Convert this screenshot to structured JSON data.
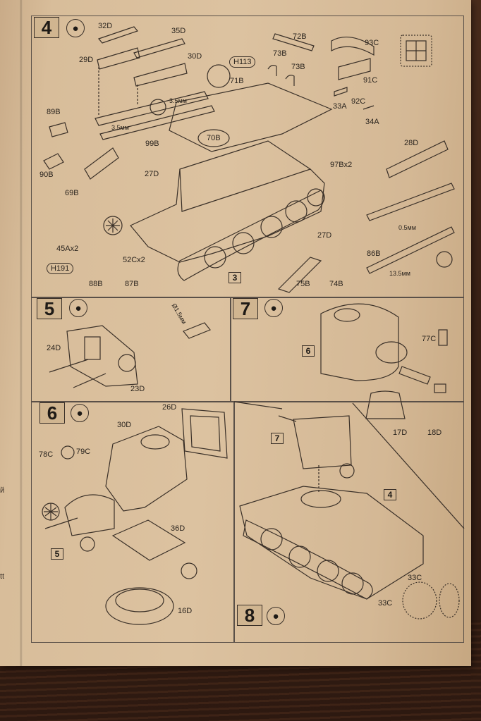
{
  "edge_fragments": [
    "й",
    "tt"
  ],
  "steps": [
    {
      "number": "4",
      "labels": [
        "32D",
        "35D",
        "29D",
        "30D",
        "72B",
        "93C",
        "H113",
        "73B",
        "73B",
        "91C",
        "71B",
        "33A",
        "92C",
        "34A",
        "89B",
        "70B",
        "28D",
        "99B",
        "90B",
        "27D",
        "97Bx2",
        "69B",
        "27D",
        "0.5мм",
        "45Ax2",
        "52Cx2",
        "86B",
        "H191",
        "88B",
        "87B",
        "75B",
        "74B",
        "13.5мм"
      ],
      "dims": [
        "3.5мм",
        "3.5мм"
      ],
      "subref": "3"
    },
    {
      "number": "5",
      "labels": [
        "24D",
        "23D"
      ],
      "dims": [
        "Ø1.5мм"
      ]
    },
    {
      "number": "7",
      "labels": [
        "77C",
        "17D",
        "18D"
      ],
      "subref": "6"
    },
    {
      "number": "6",
      "labels": [
        "26D",
        "30D",
        "78C",
        "79C",
        "36D",
        "16D"
      ],
      "subref": "5"
    },
    {
      "number": "8",
      "labels": [
        "33C",
        "33C"
      ],
      "subrefs": [
        "7",
        "4"
      ]
    }
  ],
  "icons": {
    "drop": "glue-drop-icon",
    "star": "sprue-cut-icon"
  }
}
